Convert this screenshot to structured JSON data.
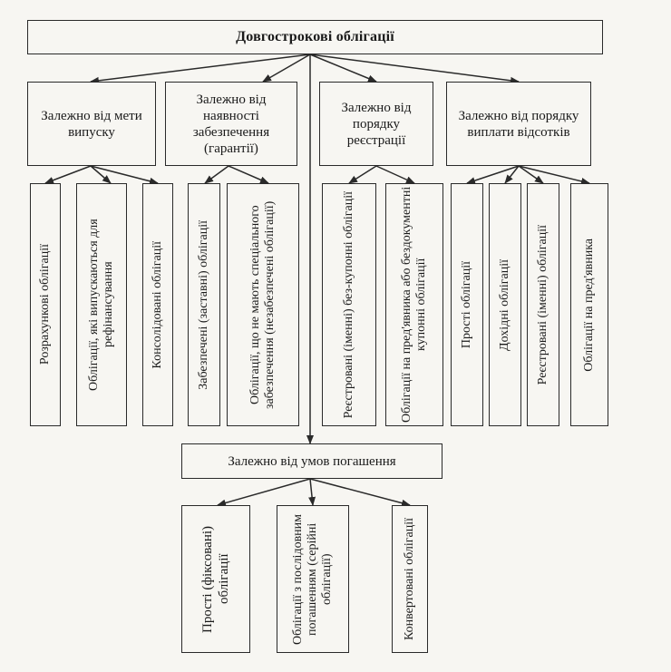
{
  "diagram": {
    "title": "Довгострокові облігації",
    "criteria": [
      "Залежно від мети випуску",
      "Залежно від наявності забезпечення (гарантії)",
      "Залежно від порядку реєстрації",
      "Залежно від порядку виплати відсотків"
    ],
    "by_purpose": [
      "Розрахункові облігації",
      "Облігації, які випускаються для рефінансування",
      "Консолідовані облігації"
    ],
    "by_security": [
      "Забезпечені (заставні) облігації",
      "Облігації, що не мають спеціального забезпечення (незабезпечені облігації)"
    ],
    "by_registration": [
      "Реєстровані (іменні) без-купонні облігації",
      "Облігації на пред'явника або бездокументні купонні облігації"
    ],
    "by_interest": [
      "Прості облігації",
      "Дохідні облігації",
      "Реєстровані (іменні) облігації",
      "Облігації на пред'явника"
    ],
    "redemption": {
      "label": "Залежно від умов погашення",
      "items": [
        "Прості (фіксовані) облігації",
        "Облігації з послідовним погашенням (серійні облігації)",
        "Конвертовані облігації"
      ]
    }
  }
}
